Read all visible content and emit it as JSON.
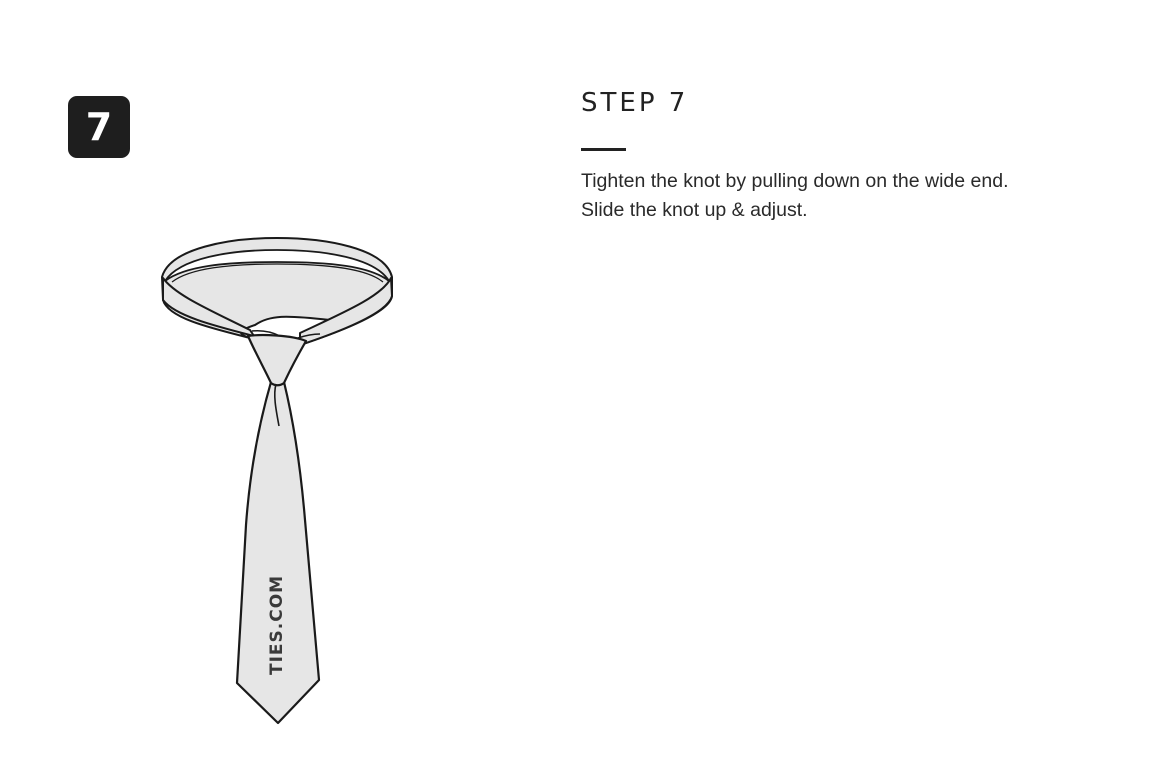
{
  "step": {
    "badge_number": "7",
    "title": "STEP 7",
    "instructions": [
      "Tighten the knot by pulling down on the wide end.",
      "Slide the knot up & adjust."
    ]
  },
  "illustration": {
    "tie_label": "TIES.COM",
    "tie_color": "#e6e6e6",
    "outline_color": "#1a1a1a"
  },
  "colors": {
    "badge_bg": "#1e1e1e",
    "badge_text": "#ffffff",
    "text": "#222222",
    "background": "#ffffff"
  }
}
